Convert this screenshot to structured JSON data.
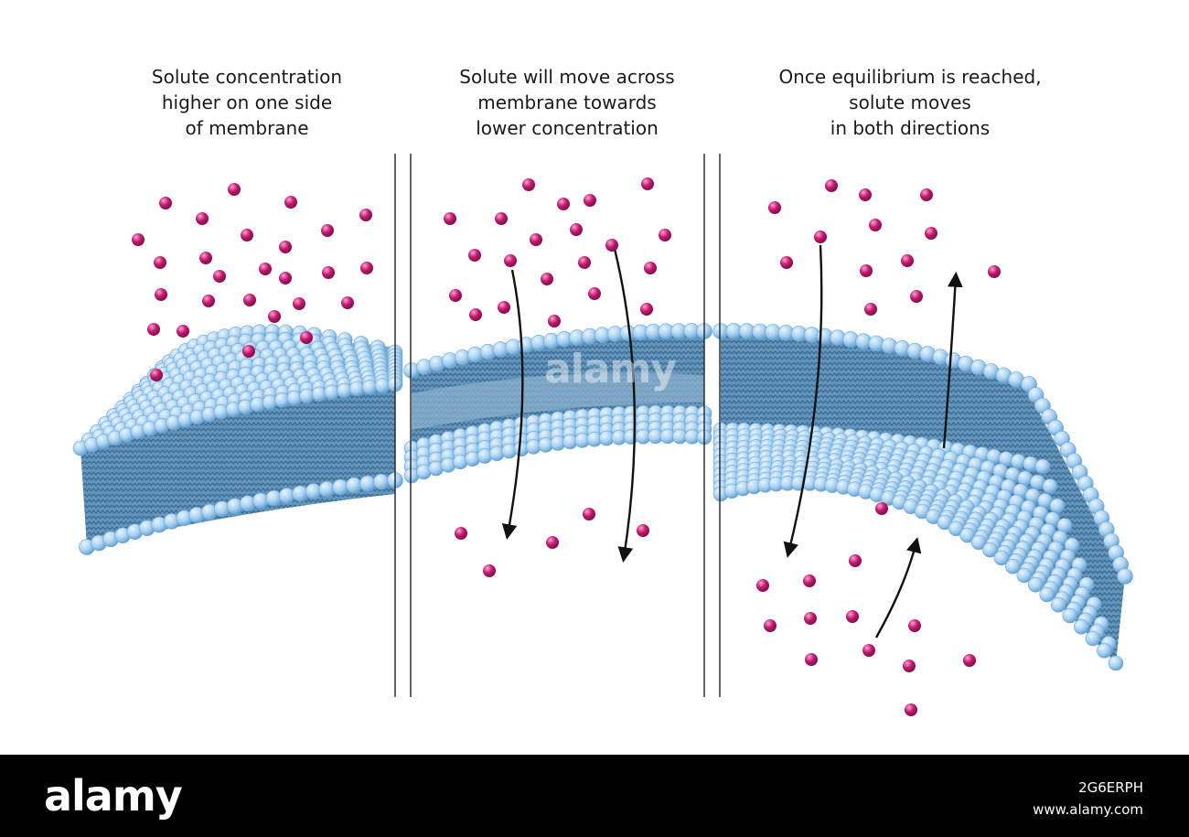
{
  "panels": [
    {
      "caption": "Solute concentration\nhigher on one side\nof membrane"
    },
    {
      "caption": "Solute will move across\nmembrane towards\nlower concentration"
    },
    {
      "caption": "Once equilibrium is reached,\nsolute moves\nin both directions"
    }
  ],
  "watermark": "alamy",
  "footer": {
    "logo": "alamy",
    "image_id": "2G6ERPH",
    "site": "www.alamy.com"
  },
  "colors": {
    "solute": "#c2196f",
    "head": "#a9d1f0",
    "head_dark": "#5f9ccf",
    "tail": "#4d7ea6",
    "arrow": "#111111"
  }
}
